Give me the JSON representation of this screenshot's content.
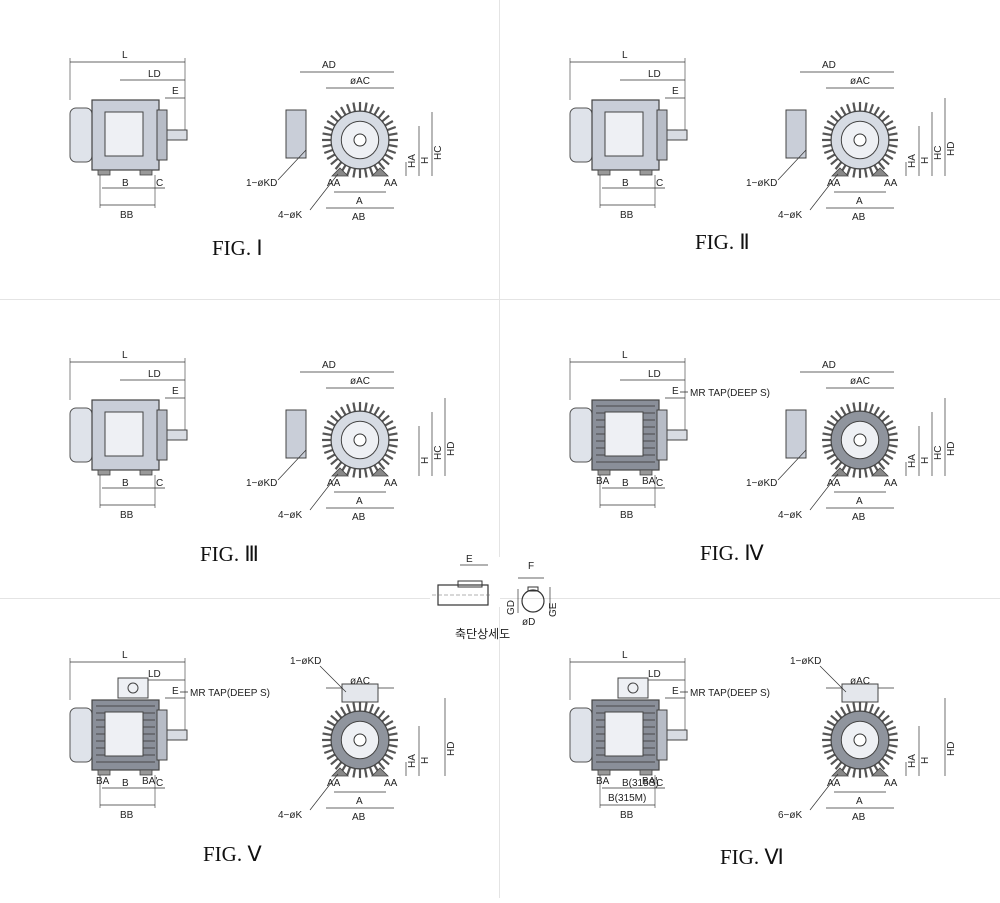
{
  "figures": [
    {
      "caption": "FIG. Ⅰ",
      "side": [
        "L",
        "LD",
        "E",
        "B",
        "C",
        "BB"
      ],
      "front": [
        "AD",
        "øAC",
        "HC",
        "H",
        "HA",
        "1−øKD",
        "AA",
        "AA",
        "A",
        "AB",
        "4−øK"
      ]
    },
    {
      "caption": "FIG. Ⅱ",
      "side": [
        "L",
        "LD",
        "E",
        "B",
        "C",
        "BB"
      ],
      "front": [
        "AD",
        "øAC",
        "HD",
        "HC",
        "H",
        "HA",
        "1−øKD",
        "AA",
        "AA",
        "A",
        "AB",
        "4−øK"
      ]
    },
    {
      "caption": "FIG. Ⅲ",
      "side": [
        "L",
        "LD",
        "E",
        "B",
        "C",
        "BB"
      ],
      "front": [
        "AD",
        "øAC",
        "HD",
        "HC",
        "H",
        "1−øKD",
        "AA",
        "AA",
        "A",
        "AB",
        "4−øK"
      ]
    },
    {
      "caption": "FIG. Ⅳ",
      "side": [
        "L",
        "LD",
        "E",
        "MR TAP(DEEP S)",
        "BA",
        "BA'",
        "B",
        "C",
        "BB"
      ],
      "front": [
        "AD",
        "øAC",
        "HD",
        "HC",
        "H",
        "HA",
        "1−øKD",
        "AA",
        "AA",
        "A",
        "AB",
        "4−øK"
      ]
    },
    {
      "caption": "FIG. Ⅴ",
      "side": [
        "L",
        "LD",
        "E",
        "MR TAP(DEEP S)",
        "BA",
        "BA'",
        "B",
        "C",
        "BB"
      ],
      "front": [
        "øAC",
        "1−øKD",
        "HD",
        "H",
        "HA",
        "AA",
        "AA",
        "A",
        "AB",
        "4−øK"
      ]
    },
    {
      "caption": "FIG. Ⅵ",
      "side": [
        "L",
        "LD",
        "E",
        "MR TAP(DEEP S)",
        "BA",
        "BA'",
        "B(315S)",
        "B(315M)",
        "C",
        "BB"
      ],
      "front": [
        "øAC",
        "1−øKD",
        "HD",
        "H",
        "HA",
        "AA",
        "AA",
        "A",
        "AB",
        "6−øK"
      ]
    }
  ],
  "shaft": {
    "caption": "축단상세도",
    "labels": [
      "E",
      "F",
      "GD",
      "øD",
      "GE"
    ]
  }
}
